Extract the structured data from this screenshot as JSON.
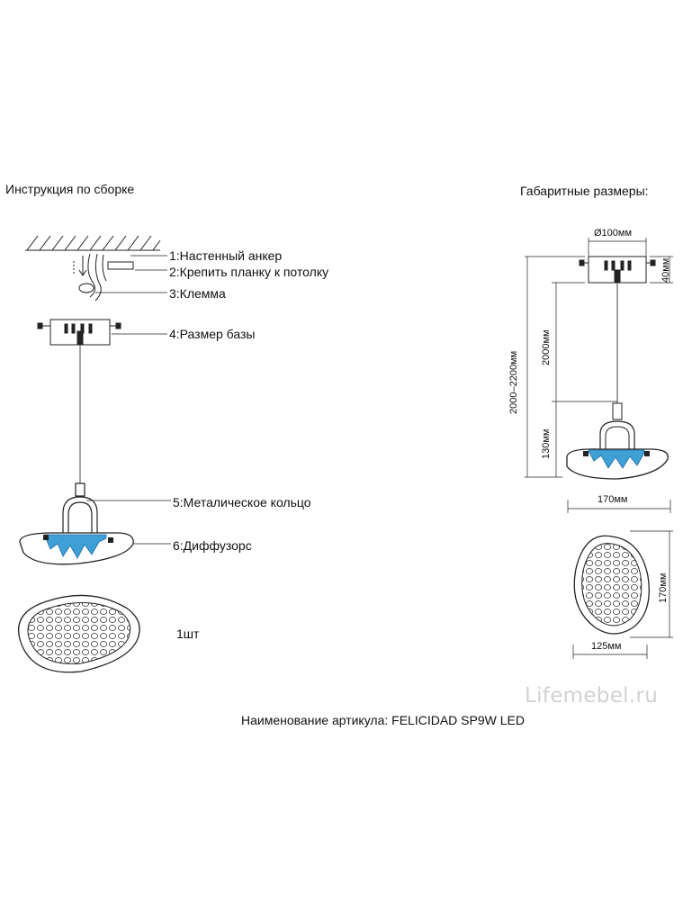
{
  "headings": {
    "assembly": "Инструкция по сборке",
    "dimensions": "Габаритные размеры:"
  },
  "parts": [
    {
      "label": "1:Настенный анкер"
    },
    {
      "label": "2:Крепить планку к потолку"
    },
    {
      "label": "3:Клемма"
    },
    {
      "label": "4:Размер базы"
    },
    {
      "label": "5:Металическое кольцо"
    },
    {
      "label": "6:Диффузорс"
    }
  ],
  "quantity": "1шт",
  "dims": {
    "base_diameter": "Ø100мм",
    "base_height": "40мм",
    "total_height": "2000–2200мм",
    "cable_length": "2000мм",
    "lamp_height": "130мм",
    "width": "170мм",
    "depth": "170мм",
    "depth_width": "125мм"
  },
  "watermark": "Lifemebel.ru",
  "article": "Наименование артикула: FELICIDAD SP9W LED",
  "colors": {
    "line": "#222222",
    "crystal": "#3fa0d6",
    "crystal_dark": "#1e6fa8"
  }
}
